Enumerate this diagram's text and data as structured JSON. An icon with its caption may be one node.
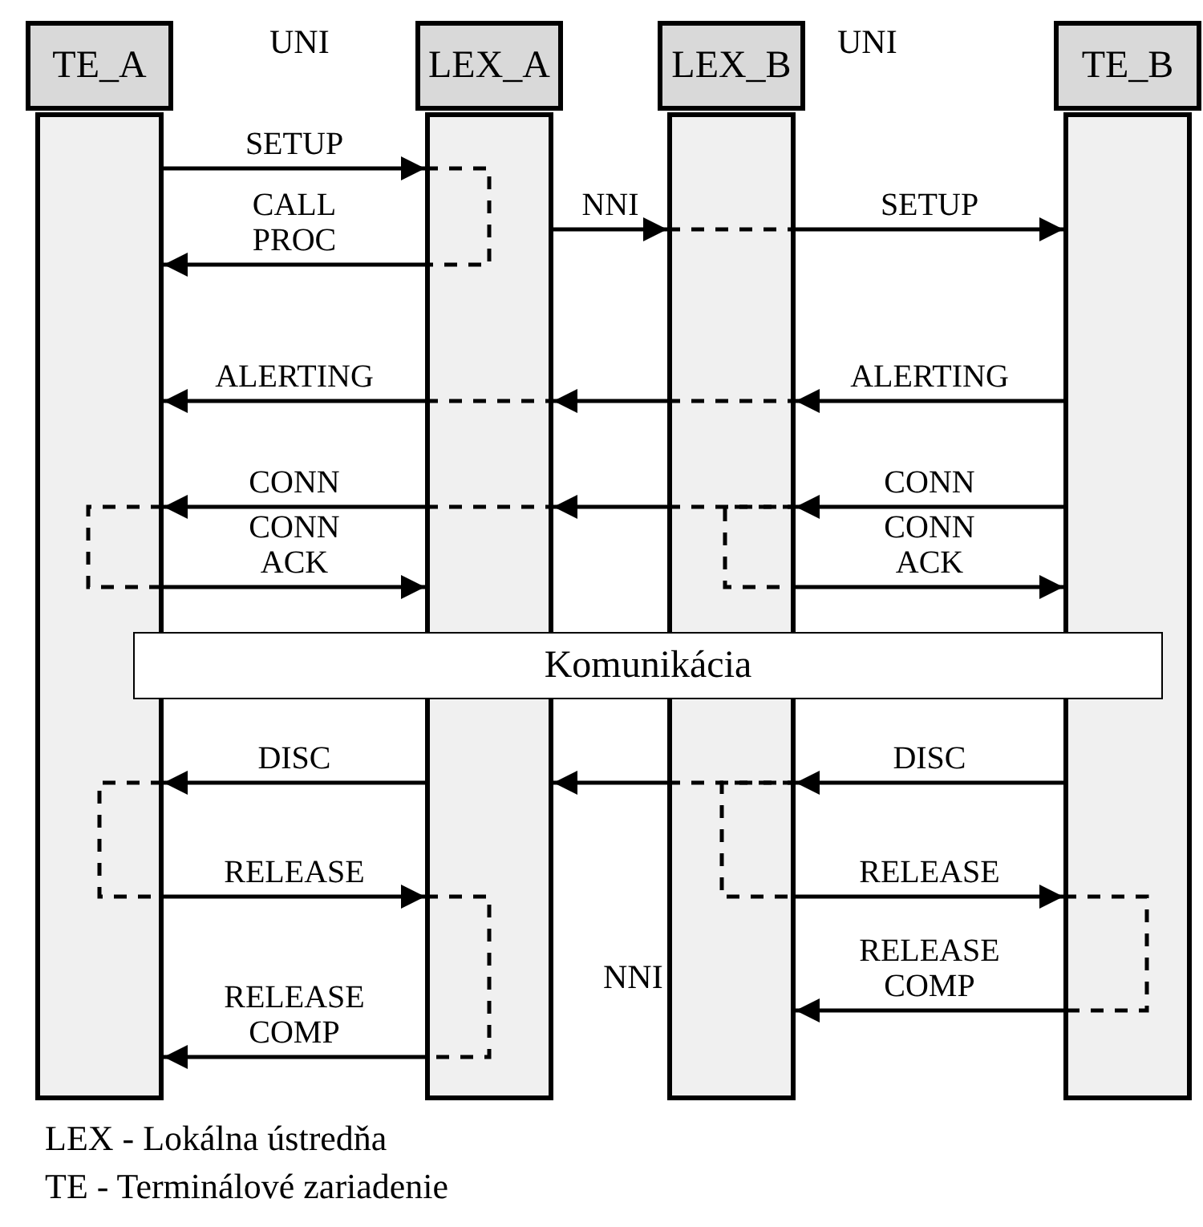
{
  "diagram": {
    "nodes": [
      {
        "text": [
          "TE_A"
        ]
      },
      {
        "text": [
          "LEX_A"
        ]
      },
      {
        "text": [
          "LEX_B"
        ]
      },
      {
        "text": [
          "TE_B"
        ]
      },
      {
        "text": [
          "Komunikácia"
        ]
      }
    ],
    "edges": [
      {
        "from": 0,
        "to": 1,
        "arrow": "to",
        "label": "SETUP"
      },
      {
        "from": 1,
        "to": 2,
        "arrow": "to",
        "label": "NNI"
      },
      {
        "from": 2,
        "to": 3,
        "arrow": "to",
        "label": "SETUP"
      },
      {
        "from": 1,
        "to": 0,
        "arrow": "to",
        "label": "CALL PROC"
      },
      {
        "from": 1,
        "to": 0,
        "arrow": "to",
        "label": "ALERTING"
      },
      {
        "from": 2,
        "to": 1,
        "arrow": "to"
      },
      {
        "from": 3,
        "to": 2,
        "arrow": "to",
        "label": "ALERTING"
      },
      {
        "from": 1,
        "to": 0,
        "arrow": "to",
        "label": "CONN"
      },
      {
        "from": 2,
        "to": 1,
        "arrow": "to"
      },
      {
        "from": 3,
        "to": 2,
        "arrow": "to",
        "label": "CONN"
      },
      {
        "from": 0,
        "to": 1,
        "arrow": "to",
        "label": "CONN ACK"
      },
      {
        "from": 2,
        "to": 3,
        "arrow": "to",
        "label": "CONN ACK"
      },
      {
        "from": 1,
        "to": 0,
        "arrow": "to",
        "label": "DISC"
      },
      {
        "from": 2,
        "to": 1,
        "arrow": "to"
      },
      {
        "from": 3,
        "to": 2,
        "arrow": "to",
        "label": "DISC"
      },
      {
        "from": 0,
        "to": 1,
        "arrow": "to",
        "label": "RELEASE"
      },
      {
        "from": 2,
        "to": 3,
        "arrow": "to",
        "label": "RELEASE"
      },
      {
        "from": 3,
        "to": 2,
        "arrow": "to",
        "label": "RELEASE COMP"
      },
      {
        "from": 1,
        "to": 0,
        "arrow": "to",
        "label": "RELEASE COMP"
      }
    ],
    "labels": [
      "UNI",
      "UNI",
      "NNI"
    ],
    "legend": [
      {
        "text": "LEX - Lokálna ústredňa"
      },
      {
        "text": "TE - Terminálové zariadenie"
      }
    ]
  }
}
